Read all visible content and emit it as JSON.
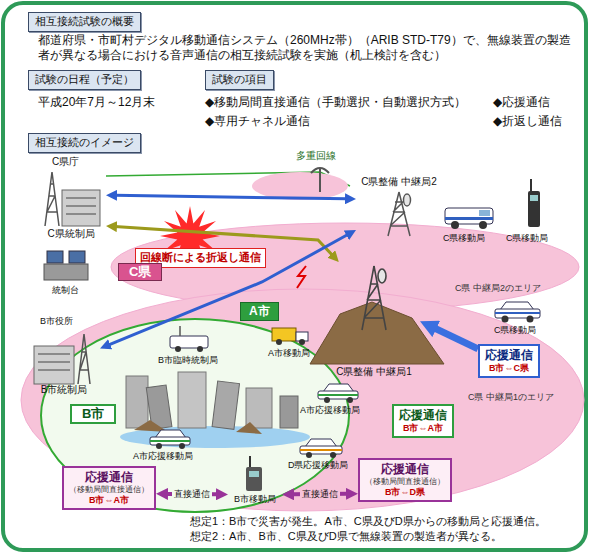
{
  "diagram": {
    "nodes": [
      {
        "text": [
          "相互接続試験の概要"
        ]
      },
      {
        "text": [
          "試験の日程（予定）"
        ]
      },
      {
        "text": [
          "試験の項目"
        ]
      },
      {
        "text": [
          "相互接続のイメージ"
        ]
      },
      {
        "text": [
          "C県",
          "C県 中継局2のエリア"
        ]
      },
      {
        "text": [
          "C県 中継局1のエリア"
        ]
      },
      {
        "text": [
          "B市"
        ],
        "in": 5
      },
      {
        "text": [
          "A市"
        ],
        "in": 5
      },
      {
        "text": [
          "C県統制局"
        ]
      },
      {
        "text": [
          "C県整備 中継局2"
        ]
      },
      {
        "text": [
          "C県整備 中継局1"
        ]
      },
      {
        "text": [
          "B市統制局"
        ]
      },
      {
        "text": [
          "B市移動局"
        ]
      },
      {
        "text": [
          "回線断による折返し通信"
        ]
      },
      {
        "text": [
          "応援通信",
          "B市⇔C県"
        ]
      },
      {
        "text": [
          "応援通信",
          "B市⇔A市"
        ]
      },
      {
        "text": [
          "応援通信",
          "（移動局間直接通信）",
          "B市⇔A市"
        ]
      },
      {
        "text": [
          "応援通信",
          "（移動局間直接通信）",
          "B市⇔D県"
        ]
      }
    ],
    "edges": [
      {
        "from": 8,
        "to": 9,
        "arrow": "both"
      },
      {
        "from": 8,
        "to": 10,
        "arrow": "both"
      },
      {
        "from": 11,
        "to": 9,
        "arrow": "both"
      },
      {
        "from": 16,
        "to": 12,
        "arrow": "both",
        "label": "直接通信"
      },
      {
        "from": 17,
        "to": 12,
        "arrow": "both",
        "label": "直接通信"
      },
      {
        "from": 14,
        "to": 10,
        "arrow": "to"
      }
    ],
    "labels": [
      "都道府県・市町村デジタル移動通信システム（260MHz帯）（ARIB STD-T79）で、無線装置の製造者が異なる場合における音声通信の相互接続試験を実施（机上検討を含む）",
      "平成20年7月～12月末",
      "◆移動局間直接通信（手動選択・自動選択方式）",
      "◆応援通信",
      "◆専用チャネル通信",
      "◆折返し通信",
      "C県庁",
      "多重回線",
      "統制台",
      "C県移動局",
      "C県移動局",
      "C県移動局",
      "B市役所",
      "B市臨時統制局",
      "A市移動局",
      "A市応援移動局",
      "A市応援移動局",
      "D県応援移動局",
      "想定1：B市で災害が発生。A市、C県及びD県からの移動局と応援通信。",
      "想定2：A市、B市、C県及びD県で無線装置の製造者が異なる。"
    ]
  }
}
